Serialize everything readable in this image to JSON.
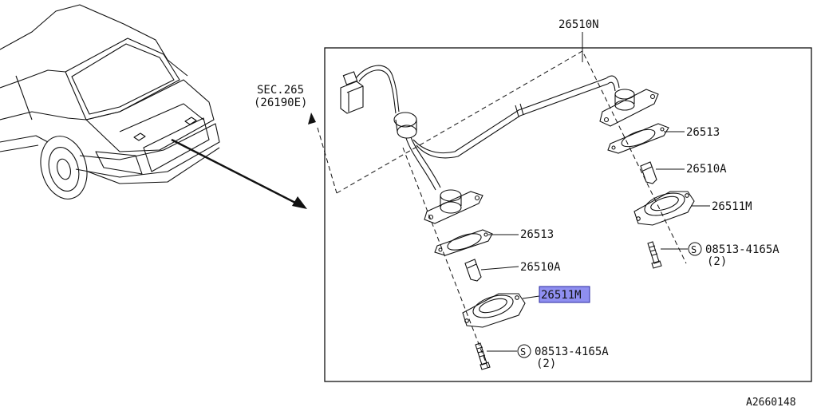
{
  "diagram": {
    "callouts": {
      "harness": "26510N",
      "sec_ref_line1": "SEC.265",
      "sec_ref_line2": "(26190E)",
      "gasket_upper": "26513",
      "bulb_upper": "26510A",
      "housing_upper": "26511M",
      "screw_upper": "08513-4165A",
      "screw_upper_qty": "(2)",
      "gasket_lower": "26513",
      "bulb_lower": "26510A",
      "housing_lower": "26511M",
      "screw_lower": "08513-4165A",
      "screw_lower_qty": "(2)",
      "screw_symbol": "S"
    },
    "highlight_color": "#8f8ff0",
    "line_color": "#111111",
    "diagram_code": "A2660148"
  }
}
